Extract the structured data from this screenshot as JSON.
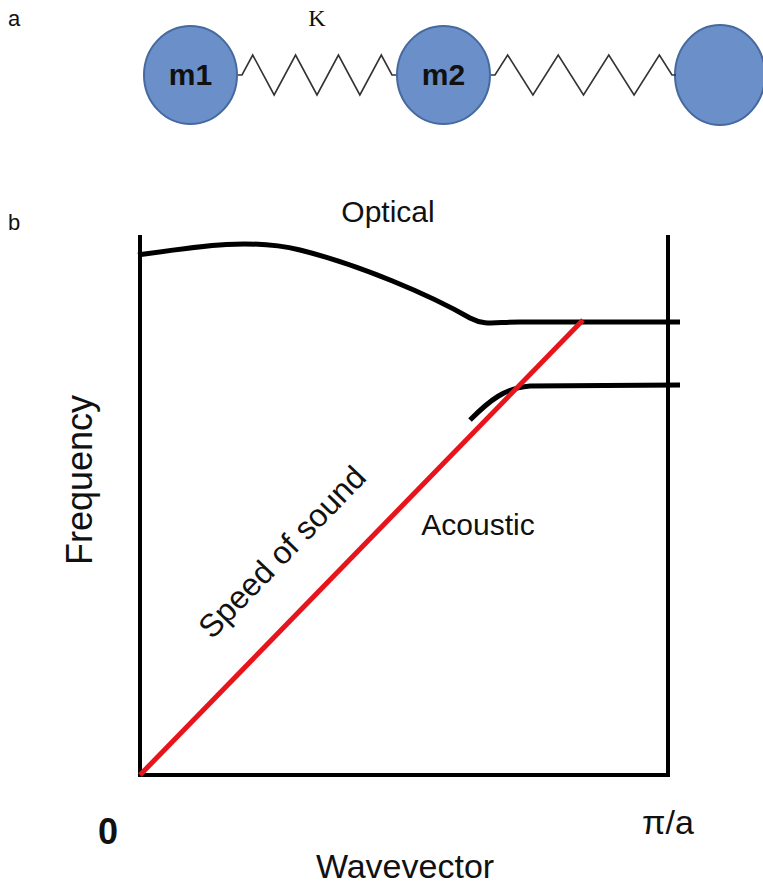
{
  "diagram": {
    "nodes": [
      {
        "text": [
          "m1"
        ]
      },
      {
        "text": [
          "m2"
        ]
      }
    ],
    "edges": [
      {
        "from": 0,
        "to": 1,
        "arrow": "none",
        "label": "K"
      }
    ],
    "labels": [
      "a",
      "b",
      "Optical",
      "Acoustic",
      "Speed of sound",
      "Frequency",
      "Wavevector",
      "0",
      "π/a"
    ]
  }
}
